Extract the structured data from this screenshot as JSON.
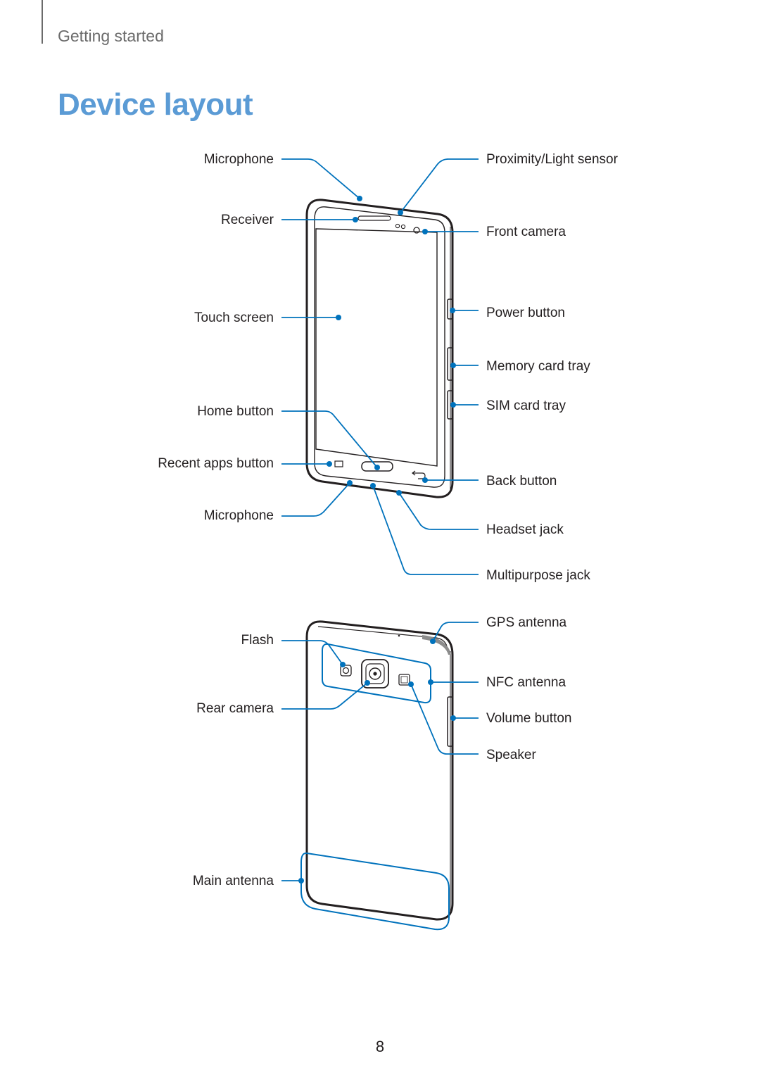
{
  "header": {
    "section": "Getting started",
    "title": "Device layout"
  },
  "front_labels": {
    "microphone_top": "Microphone",
    "receiver": "Receiver",
    "touch_screen": "Touch screen",
    "home_button": "Home button",
    "recent_apps_button": "Recent apps button",
    "microphone_bottom": "Microphone",
    "proximity_light_sensor": "Proximity/Light sensor",
    "front_camera": "Front camera",
    "power_button": "Power button",
    "memory_card_tray": "Memory card tray",
    "sim_card_tray": "SIM card tray",
    "back_button": "Back button",
    "headset_jack": "Headset jack",
    "multipurpose_jack": "Multipurpose jack"
  },
  "back_labels": {
    "flash": "Flash",
    "rear_camera": "Rear camera",
    "main_antenna": "Main antenna",
    "gps_antenna": "GPS antenna",
    "nfc_antenna": "NFC antenna",
    "volume_button": "Volume button",
    "speaker": "Speaker"
  },
  "colors": {
    "callout": "#0072bc",
    "title": "#5b9bd5",
    "device": "#231f20"
  },
  "footer": {
    "page_number": "8"
  }
}
